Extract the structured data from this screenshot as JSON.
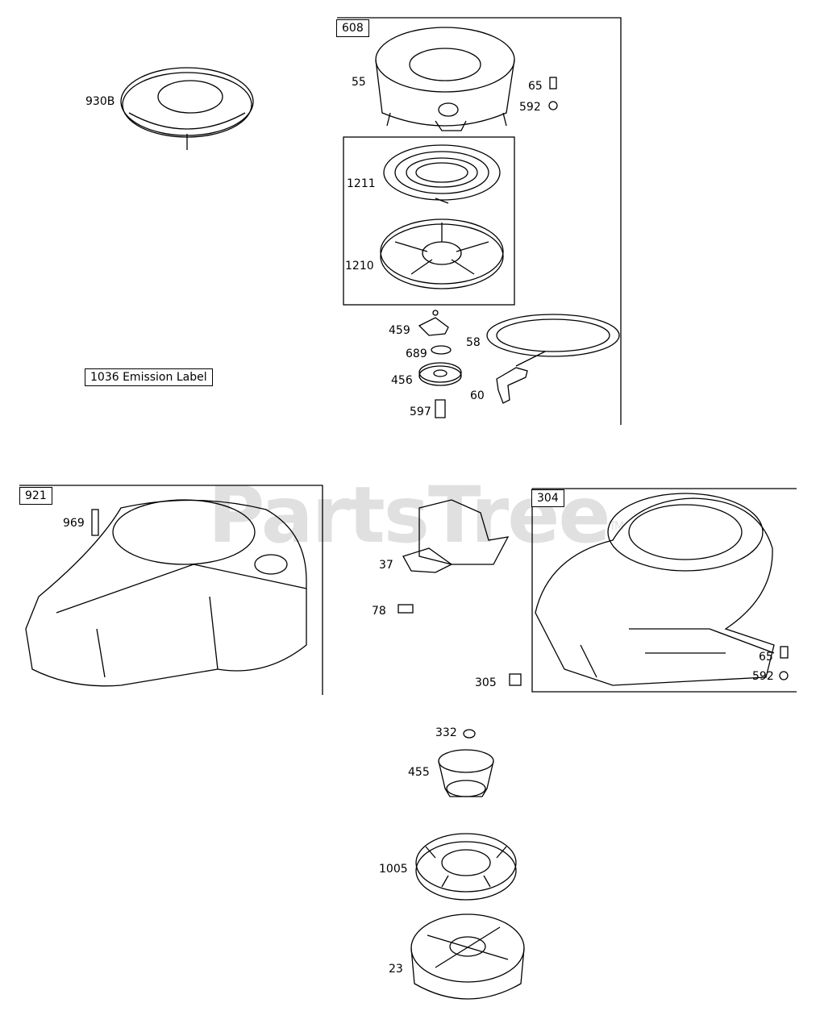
{
  "watermark": {
    "text": "PartsTree",
    "mark": "TM"
  },
  "group_labels": {
    "g608": "608",
    "g921": "921",
    "g304": "304",
    "emission": "1036 Emission Label"
  },
  "parts": {
    "p930b": "930B",
    "p55": "55",
    "p65a": "65",
    "p592a": "592",
    "p1211": "1211",
    "p1210": "1210",
    "p459": "459",
    "p58": "58",
    "p689": "689",
    "p456": "456",
    "p60": "60",
    "p597": "597",
    "p969": "969",
    "p37": "37",
    "p78": "78",
    "p305": "305",
    "p65b": "65",
    "p592b": "592",
    "p332": "332",
    "p455": "455",
    "p1005": "1005",
    "p23": "23"
  }
}
